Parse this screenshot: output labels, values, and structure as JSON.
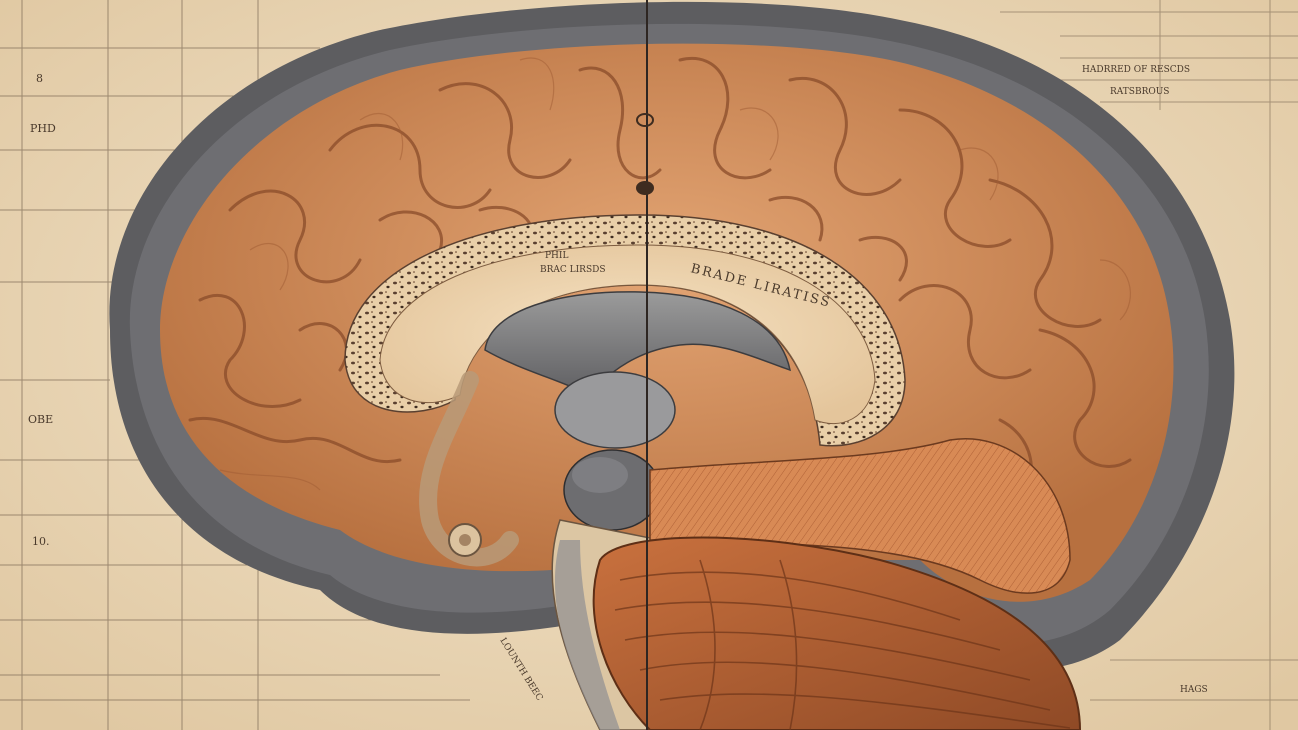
{
  "palette": {
    "paper": "#efe1c8",
    "paper_shadow": "#e3cda8",
    "grid_line": "#7d6a55",
    "cortex_outer": "#5a5a5c",
    "cortex_outer_dark": "#3c3c3f",
    "cortex_fill": "#d6915e",
    "gyri_line": "#8a4c2a",
    "inner_cream": "#f3dcb8",
    "speckle_band": "#c9a77d",
    "ventricle_gray": "#8c8c8c",
    "cerebellum": "#bd6a3a",
    "brainstem": "#d9c3a0"
  },
  "left_margin_labels": {
    "l1": "8",
    "l2": "PHD",
    "l3": "OBE",
    "l4": "10."
  },
  "brain_labels": {
    "upper_small": "PHIL",
    "upper_small_2": "BRAC LIRSDS",
    "arc_main": "BRADE LIRATISS",
    "stem_curve": "LOUNTH BEEC"
  },
  "right_header": {
    "r1": "HADRRED OF RESCDS",
    "r2": "RATSBROUS"
  },
  "bottom_right": {
    "b1": "HAGS"
  }
}
